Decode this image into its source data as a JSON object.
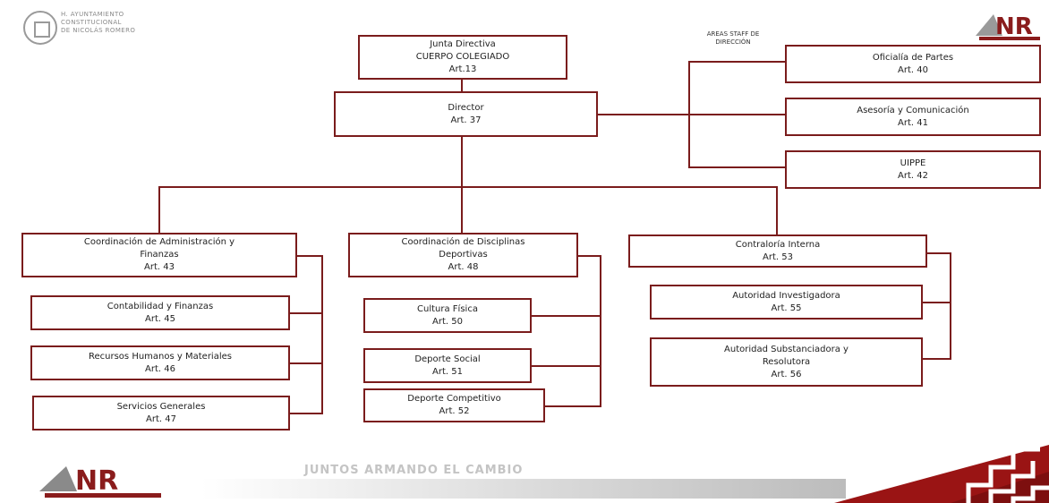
{
  "header": {
    "municipal_text": [
      "H. AYUNTAMIENTO",
      "CONSTITUCIONAL",
      "DE NICOLÁS ROMERO"
    ],
    "brand_mark": "NR",
    "staff_label": [
      "AREAS STAFF DE",
      "DIRECCIÓN"
    ]
  },
  "boxes": {
    "junta": [
      "Junta Directiva",
      "CUERPO COLEGIADO",
      "Art.13"
    ],
    "director": [
      "Director",
      "Art. 37"
    ],
    "oficialia": [
      "Oficialía de Partes",
      "Art. 40"
    ],
    "asesoria": [
      "Asesoría y Comunicación",
      "Art. 41"
    ],
    "uippe": [
      "UIPPE",
      "Art. 42"
    ],
    "coord_admin": [
      "Coordinación de Administración y",
      "Finanzas",
      "Art. 43"
    ],
    "contabilidad": [
      "Contabilidad y Finanzas",
      "Art. 45"
    ],
    "recursos": [
      "Recursos Humanos y Materiales",
      "Art. 46"
    ],
    "servicios": [
      "Servicios Generales",
      "Art. 47"
    ],
    "coord_deportes": [
      "Coordinación de Disciplinas",
      "Deportivas",
      "Art. 48"
    ],
    "cultura": [
      "Cultura Física",
      "Art. 50"
    ],
    "deporte_social": [
      "Deporte Social",
      "Art. 51"
    ],
    "deporte_comp": [
      "Deporte Competitivo",
      "Art. 52"
    ],
    "contraloria": [
      "Contraloría Interna",
      "Art. 53"
    ],
    "investigadora": [
      "Autoridad Investigadora",
      "Art. 55"
    ],
    "substanciadora": [
      "Autoridad Substanciadora y",
      "Resolutora",
      "Art. 56"
    ]
  },
  "footer": {
    "slogan": "JUNTOS ARMANDO EL CAMBIO",
    "brand_mark": "NR"
  },
  "colors": {
    "line": "#7a1c1c",
    "accent": "#8a1c1c"
  }
}
